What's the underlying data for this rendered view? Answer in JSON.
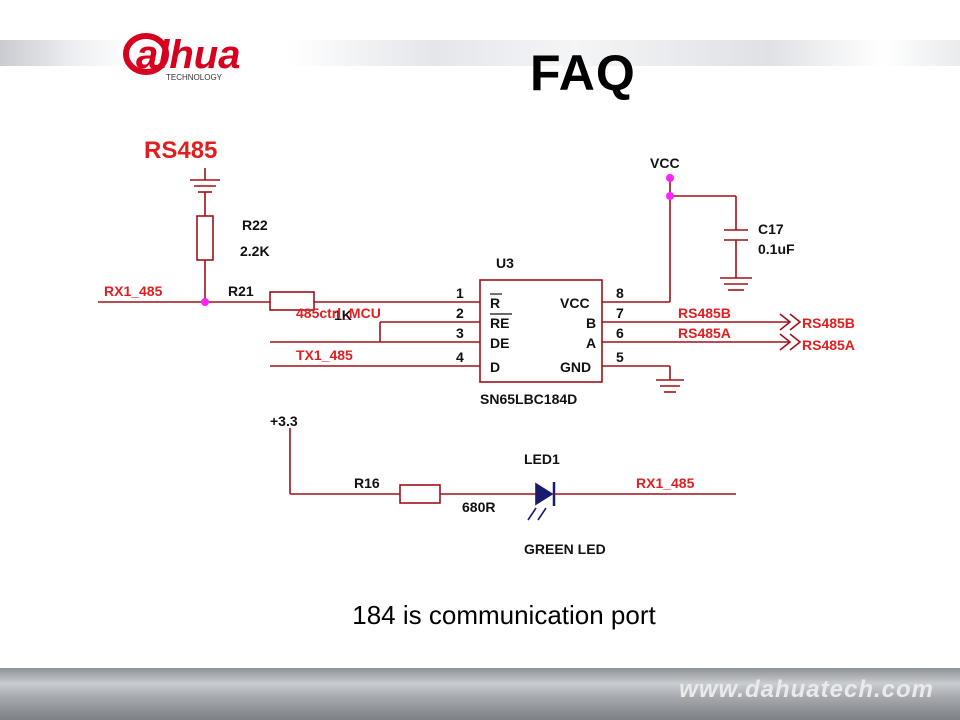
{
  "header": {
    "logo_text": "alhua",
    "logo_subtext": "TECHNOLOGY",
    "title": "FAQ"
  },
  "schematic": {
    "section_label": "RS485",
    "r22": {
      "ref": "R22",
      "value": "2.2K"
    },
    "r21": {
      "ref": "R21",
      "value": "1K"
    },
    "ic": {
      "ref": "U3",
      "part": "SN65LBC184D",
      "pins_left": [
        {
          "num": "1",
          "name": "R",
          "overline": true
        },
        {
          "num": "2",
          "name": "RE",
          "overline": true
        },
        {
          "num": "3",
          "name": "DE",
          "overline": false
        },
        {
          "num": "4",
          "name": "D",
          "overline": false
        }
      ],
      "pins_right": [
        {
          "num": "8",
          "name": "VCC"
        },
        {
          "num": "7",
          "name": "B"
        },
        {
          "num": "6",
          "name": "A"
        },
        {
          "num": "5",
          "name": "GND"
        }
      ]
    },
    "vcc_label": "VCC",
    "c17": {
      "ref": "C17",
      "value": "0.1uF"
    },
    "nets": {
      "rx1_485": "RX1_485",
      "ctrl": "485ctrl_MCU",
      "tx1_485": "TX1_485",
      "rs485b": "RS485B",
      "rs485a": "RS485A",
      "port_b": "RS485B",
      "port_a": "RS485A",
      "rx1_485_led": "RX1_485"
    },
    "supply_33": "+3.3",
    "r16": {
      "ref": "R16",
      "value": "680R"
    },
    "led": {
      "ref": "LED1",
      "value": "GREEN LED"
    }
  },
  "caption": "184 is communication port",
  "footer": {
    "url": "www.dahuatech.com"
  },
  "colors": {
    "wire": "#a0111a",
    "junction": "#ff22ff",
    "label_red": "#e02020",
    "logo_red": "#d7001f"
  }
}
